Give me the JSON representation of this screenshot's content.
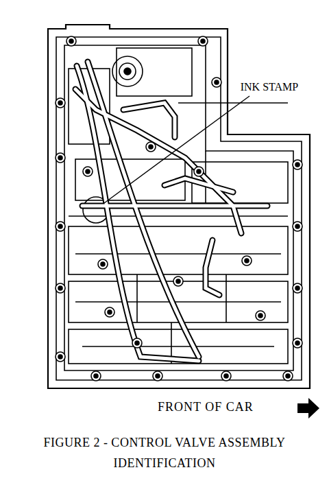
{
  "diagram": {
    "caption": "FIGURE 2 - CONTROL VALVE ASSEMBLY IDENTIFICATION",
    "labels": [
      "INK STAMP",
      "FRONT OF CAR"
    ]
  }
}
